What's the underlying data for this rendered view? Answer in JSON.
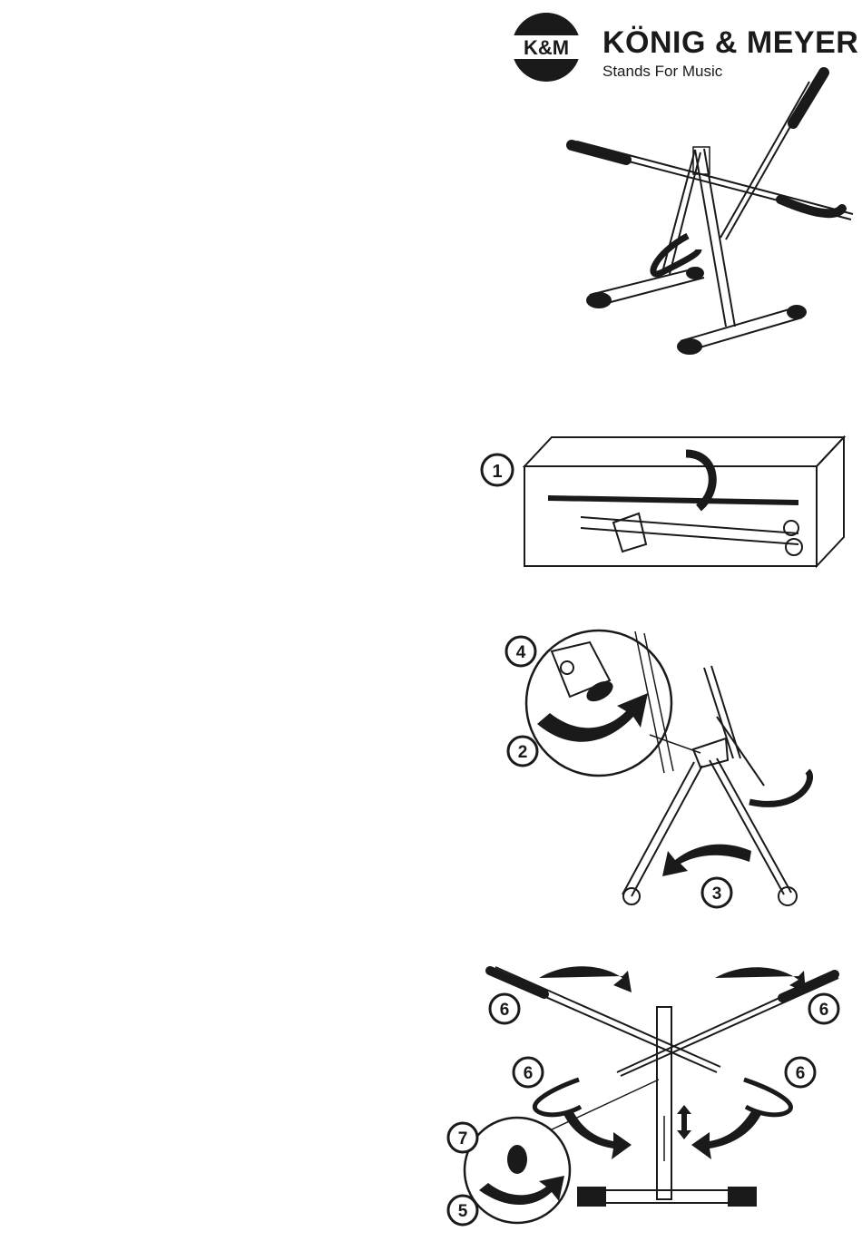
{
  "header": {
    "logo_mark": "K&M",
    "brand": "KÖNIG & MEYER",
    "tagline": "Stands For Music"
  },
  "steps": {
    "s1": "1",
    "s2": "2",
    "s3": "3",
    "s4": "4",
    "s5": "5",
    "s6": "6",
    "s7": "7"
  }
}
